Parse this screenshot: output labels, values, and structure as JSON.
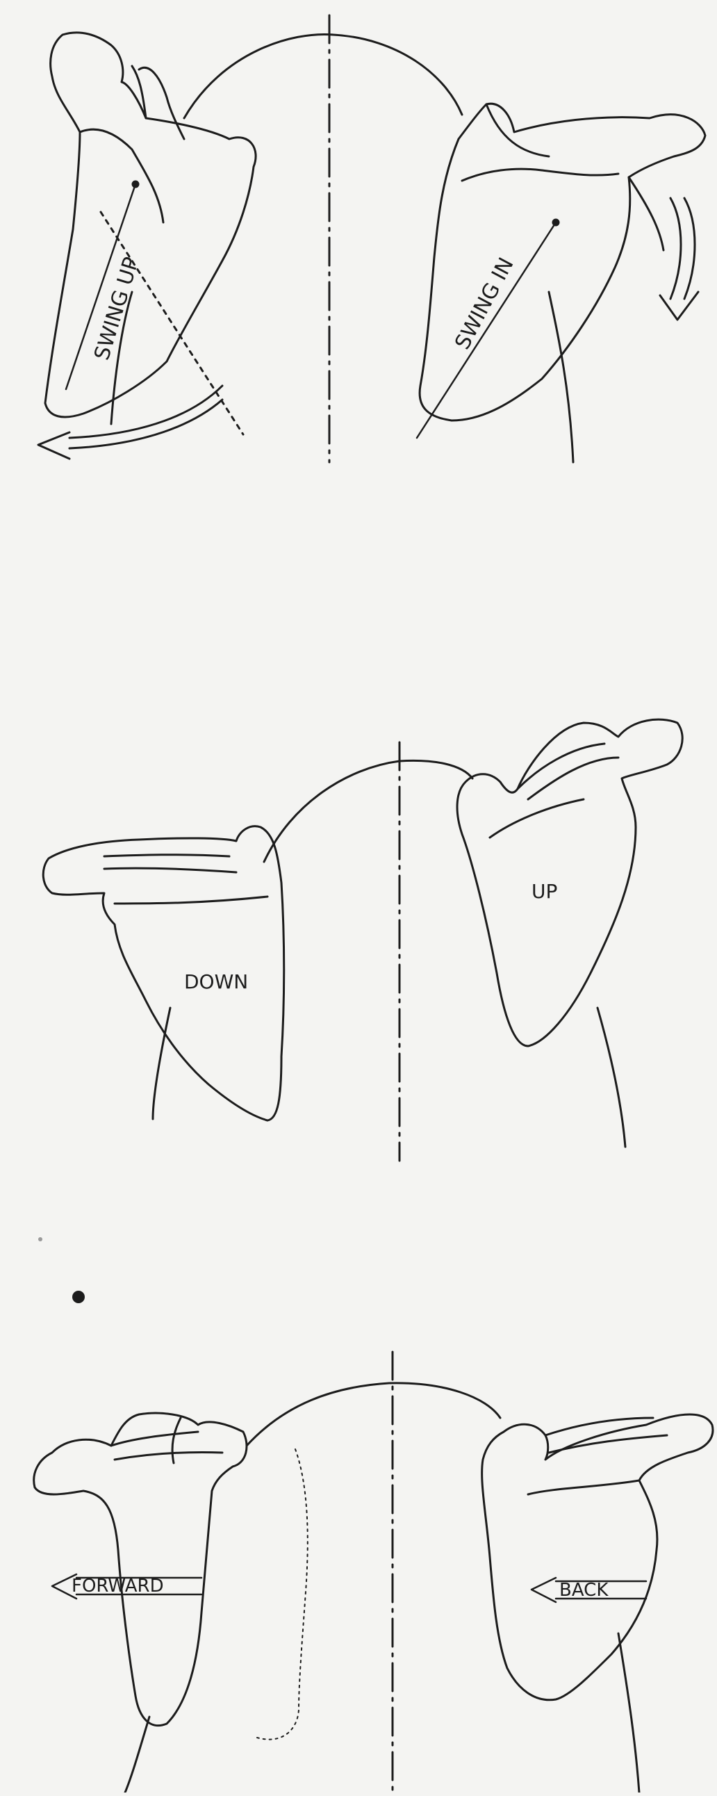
{
  "panels": [
    {
      "labels": {
        "left": "SWING UP",
        "right": "SWING IN"
      }
    },
    {
      "labels": {
        "left": "DOWN",
        "right": "UP"
      }
    },
    {
      "labels": {
        "left": "FORWARD",
        "right": "BACK"
      }
    }
  ],
  "colors": {
    "ink": "#1c1c1c",
    "background": "#f4f4f2"
  }
}
